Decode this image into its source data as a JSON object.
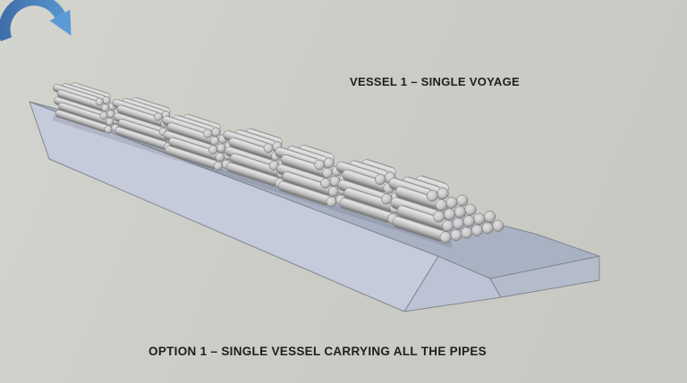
{
  "slide": {
    "vessel_label": "VESSEL 1 – SINGLE VOYAGE",
    "caption": "OPTION 1 – SINGLE VESSEL CARRYING ALL THE PIPES"
  },
  "colors": {
    "background_light": "#d3d4ce",
    "background": "#cbccc6",
    "background_dark": "#c7c8c2",
    "text": "#1e1e1e",
    "hull_side": "#c6cbdb",
    "deck": "#a9b2c2",
    "stern_bevel": "#bdc3d4",
    "stern_face": "#b4bbcb",
    "edge": "#81868f",
    "arrow_dark": "#3e6da8",
    "arrow_light": "#5b9bd5",
    "pipe_highlight": "#e6e6e6",
    "pipe_mid": "#b5b5b5",
    "pipe_shadow": "#6f6f6f",
    "pipe_end": "#c9c9c9"
  },
  "scene": {
    "bundle_count": 7,
    "rows_per_bundle": 5,
    "pipe_end_circle_rows": [
      6,
      5,
      4,
      3,
      2
    ],
    "bundle_lateral_jitter": [
      0,
      4,
      -3,
      3,
      -2,
      4,
      0
    ]
  }
}
